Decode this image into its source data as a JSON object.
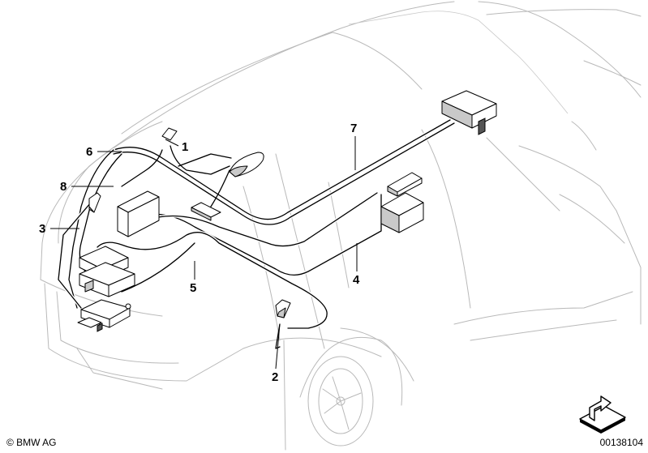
{
  "callouts": [
    {
      "id": "1",
      "label": "1"
    },
    {
      "id": "2",
      "label": "2"
    },
    {
      "id": "3",
      "label": "3"
    },
    {
      "id": "4",
      "label": "4"
    },
    {
      "id": "5",
      "label": "5"
    },
    {
      "id": "6",
      "label": "6"
    },
    {
      "id": "7",
      "label": "7"
    },
    {
      "id": "8",
      "label": "8"
    }
  ],
  "footer": {
    "copyright": "© BMW AG",
    "diagram_number": "00138104"
  },
  "icons": {
    "navigation": "next-arrow-icon"
  }
}
